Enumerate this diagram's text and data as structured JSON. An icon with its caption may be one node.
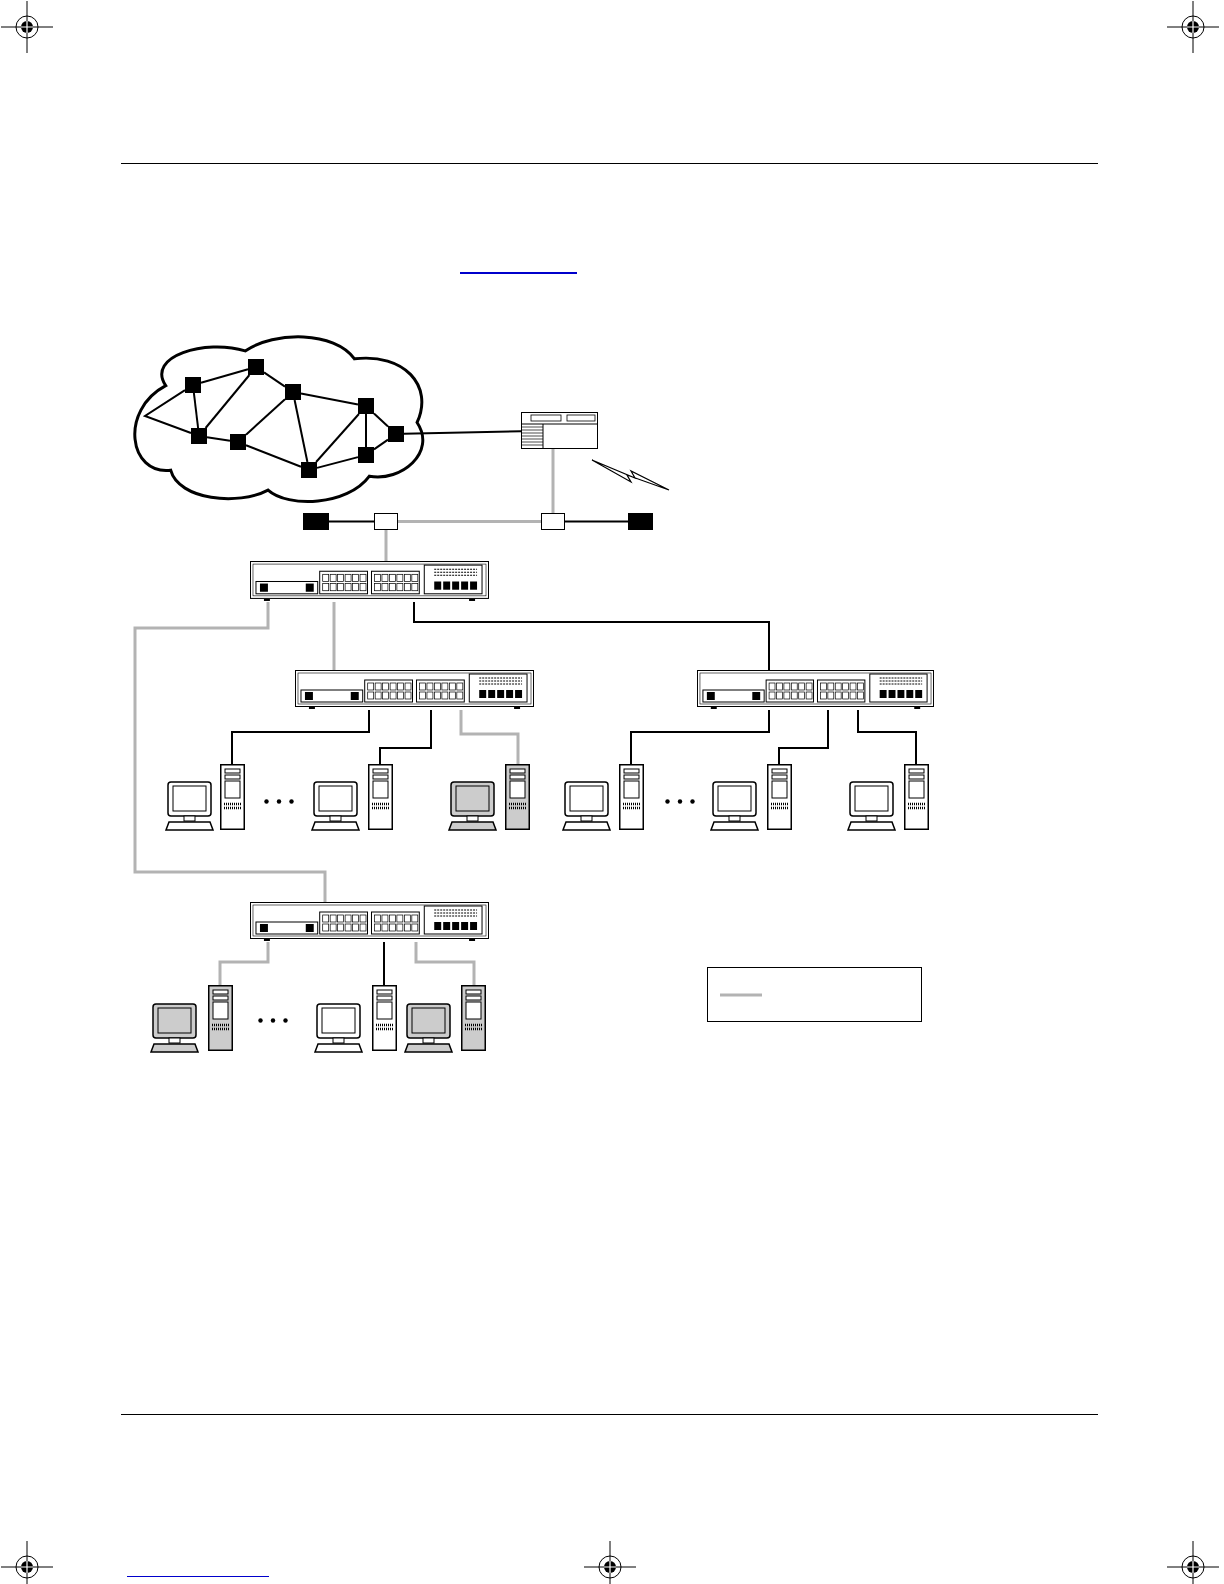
{
  "diagram": {
    "nodes": [
      {
        "text": [],
        "shape": "cloud"
      },
      {
        "text": [],
        "shape": "box",
        "in": 0
      },
      {
        "text": [],
        "shape": "box",
        "in": 0
      },
      {
        "text": [],
        "shape": "box",
        "in": 0
      },
      {
        "text": [],
        "shape": "box",
        "in": 0
      },
      {
        "text": [],
        "shape": "box",
        "in": 0
      },
      {
        "text": [],
        "shape": "box",
        "in": 0
      },
      {
        "text": [],
        "shape": "box",
        "in": 0
      },
      {
        "text": [],
        "shape": "box",
        "in": 0
      },
      {
        "text": [],
        "shape": "box",
        "in": 0
      },
      {
        "text": [],
        "shape": "router"
      },
      {
        "text": [],
        "shape": "box"
      },
      {
        "text": [],
        "shape": "box"
      },
      {
        "text": [],
        "shape": "box"
      },
      {
        "text": [],
        "shape": "box"
      },
      {
        "text": [],
        "shape": "switch"
      },
      {
        "text": [],
        "shape": "switch"
      },
      {
        "text": [],
        "shape": "switch"
      },
      {
        "text": [],
        "shape": "switch"
      },
      {
        "text": [],
        "shape": "computer"
      },
      {
        "text": [],
        "shape": "server"
      },
      {
        "text": [],
        "shape": "computer"
      },
      {
        "text": [],
        "shape": "server"
      },
      {
        "text": [],
        "shape": "computer"
      },
      {
        "text": [],
        "shape": "server"
      },
      {
        "text": [],
        "shape": "computer"
      },
      {
        "text": [],
        "shape": "server"
      },
      {
        "text": [],
        "shape": "computer"
      },
      {
        "text": [],
        "shape": "server"
      },
      {
        "text": [],
        "shape": "computer"
      },
      {
        "text": [],
        "shape": "server"
      },
      {
        "text": [],
        "shape": "computer"
      },
      {
        "text": [],
        "shape": "server"
      },
      {
        "text": [],
        "shape": "computer"
      },
      {
        "text": [],
        "shape": "server"
      },
      {
        "text": [],
        "shape": "computer"
      },
      {
        "text": [],
        "shape": "server"
      }
    ],
    "edges": [
      {
        "from": 1,
        "to": 2,
        "arrow": "none"
      },
      {
        "from": 1,
        "to": 6,
        "arrow": "none"
      },
      {
        "from": 1,
        "to": 6,
        "arrow": "none"
      },
      {
        "from": 2,
        "to": 6,
        "arrow": "none"
      },
      {
        "from": 2,
        "to": 3,
        "arrow": "none"
      },
      {
        "from": 6,
        "to": 7,
        "arrow": "none"
      },
      {
        "from": 7,
        "to": 3,
        "arrow": "none"
      },
      {
        "from": 7,
        "to": 8,
        "arrow": "none"
      },
      {
        "from": 3,
        "to": 8,
        "arrow": "none"
      },
      {
        "from": 3,
        "to": 4,
        "arrow": "none"
      },
      {
        "from": 4,
        "to": 8,
        "arrow": "none"
      },
      {
        "from": 4,
        "to": 9,
        "arrow": "none"
      },
      {
        "from": 4,
        "to": 5,
        "arrow": "none"
      },
      {
        "from": 5,
        "to": 9,
        "arrow": "none"
      },
      {
        "from": 9,
        "to": 8,
        "arrow": "none"
      },
      {
        "from": 5,
        "to": 10,
        "arrow": "none"
      },
      {
        "from": 11,
        "to": 12,
        "arrow": "none"
      },
      {
        "from": 12,
        "to": 13,
        "arrow": "none",
        "color": "#b3b3b3"
      },
      {
        "from": 13,
        "to": 14,
        "arrow": "none"
      },
      {
        "from": 10,
        "to": 13,
        "arrow": "none",
        "color": "#b3b3b3"
      },
      {
        "from": 12,
        "to": 15,
        "arrow": "none",
        "color": "#b3b3b3"
      },
      {
        "from": 15,
        "to": 16,
        "arrow": "none",
        "color": "#b3b3b3"
      },
      {
        "from": 15,
        "to": 17,
        "arrow": "none"
      },
      {
        "from": 15,
        "to": 18,
        "arrow": "none",
        "color": "#b3b3b3"
      },
      {
        "from": 16,
        "to": 20,
        "arrow": "none"
      },
      {
        "from": 16,
        "to": 22,
        "arrow": "none"
      },
      {
        "from": 16,
        "to": 24,
        "arrow": "none",
        "color": "#b3b3b3"
      },
      {
        "from": 17,
        "to": 26,
        "arrow": "none"
      },
      {
        "from": 17,
        "to": 28,
        "arrow": "none"
      },
      {
        "from": 17,
        "to": 30,
        "arrow": "none"
      },
      {
        "from": 18,
        "to": 32,
        "arrow": "none",
        "color": "#b3b3b3"
      },
      {
        "from": 18,
        "to": 34,
        "arrow": "none"
      },
      {
        "from": 18,
        "to": 36,
        "arrow": "none",
        "color": "#b3b3b3"
      }
    ]
  }
}
